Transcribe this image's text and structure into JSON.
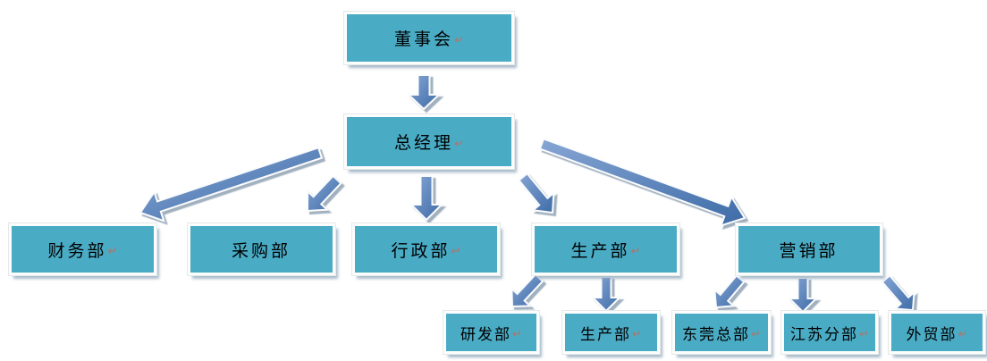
{
  "org_chart": {
    "nodes": [
      {
        "id": "board",
        "label": "董事会",
        "mark": "↵"
      },
      {
        "id": "gm",
        "label": "总经理",
        "mark": "↵"
      },
      {
        "id": "finance",
        "label": "财务部",
        "mark": "↵"
      },
      {
        "id": "purchasing",
        "label": "采购部",
        "mark": ""
      },
      {
        "id": "admin",
        "label": "行政部",
        "mark": "↵"
      },
      {
        "id": "production",
        "label": "生产部",
        "mark": "↵"
      },
      {
        "id": "marketing",
        "label": "营销部",
        "mark": ""
      },
      {
        "id": "rd",
        "label": "研发部",
        "mark": "↵"
      },
      {
        "id": "production2",
        "label": "生产部",
        "mark": "↵"
      },
      {
        "id": "dongguan",
        "label": "东莞总部",
        "mark": "↵"
      },
      {
        "id": "jiangsu",
        "label": "江苏分部",
        "mark": "↵"
      },
      {
        "id": "trade",
        "label": "外贸部",
        "mark": "↵"
      }
    ],
    "edges": [
      {
        "from": "board",
        "to": "gm"
      },
      {
        "from": "gm",
        "to": "finance"
      },
      {
        "from": "gm",
        "to": "purchasing"
      },
      {
        "from": "gm",
        "to": "admin"
      },
      {
        "from": "gm",
        "to": "production"
      },
      {
        "from": "gm",
        "to": "marketing"
      },
      {
        "from": "production",
        "to": "rd"
      },
      {
        "from": "production",
        "to": "production2"
      },
      {
        "from": "marketing",
        "to": "dongguan"
      },
      {
        "from": "marketing",
        "to": "jiangsu"
      },
      {
        "from": "marketing",
        "to": "trade"
      }
    ],
    "colors": {
      "node_fill": "#4aabc5",
      "node_border": "#fcfdfd",
      "arrow_fill": "#4f81bd",
      "arrow_fill_light": "#86a6d4",
      "arrow_fill_dark": "#3e6ba7",
      "arrow_outline": "#fafbfc",
      "shadow": "#8fa3b3",
      "mark_color": "#b0756a",
      "text_color": "#000000"
    }
  }
}
